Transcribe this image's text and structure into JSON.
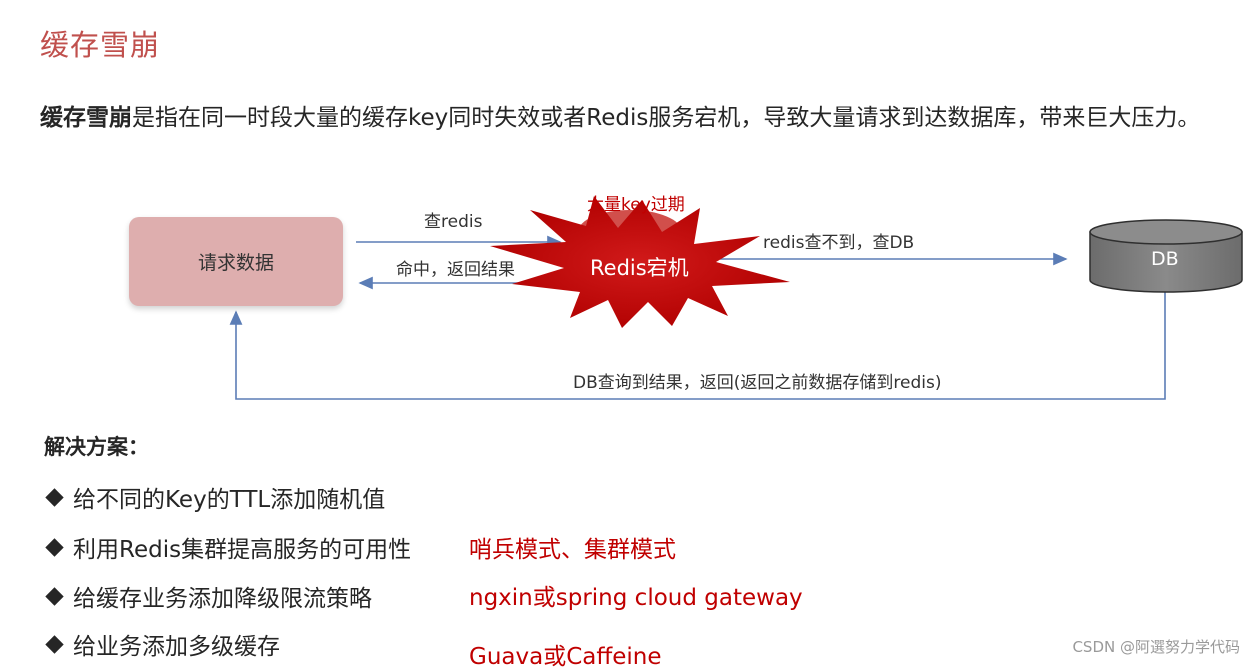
{
  "title": "缓存雪崩",
  "intro": {
    "term": "缓存雪崩",
    "text": "是指在同一时段大量的缓存key同时失效或者Redis服务宕机，导致大量请求到达数据库，带来巨大压力。"
  },
  "diagram": {
    "request_box": "请求数据",
    "arrow_query_redis": "查redis",
    "arrow_hit_return": "命中，返回结果",
    "burst_top_label": "大量key过期",
    "burst_label": "Redis宕机",
    "arrow_to_db": "redis查不到，查DB",
    "db_label": "DB",
    "arrow_db_return": "DB查询到结果，返回(返回之前数据存储到redis)"
  },
  "solutions": {
    "heading": "解决方案：",
    "items": [
      {
        "text": "给不同的Key的TTL添加随机值",
        "note": ""
      },
      {
        "text": "利用Redis集群提高服务的可用性",
        "note": "哨兵模式、集群模式"
      },
      {
        "text": "给缓存业务添加降级限流策略",
        "note": "ngxin或spring cloud gateway"
      },
      {
        "text": "给业务添加多级缓存",
        "note": "Guava或Caffeine"
      }
    ]
  },
  "watermark": "CSDN @阿選努力学代码",
  "colors": {
    "accent_red": "#c00000",
    "title_red": "#c0504d",
    "request_box": "#deaeae",
    "arrow_blue": "#5b7db6",
    "db_gray": "#7a7a7a"
  }
}
